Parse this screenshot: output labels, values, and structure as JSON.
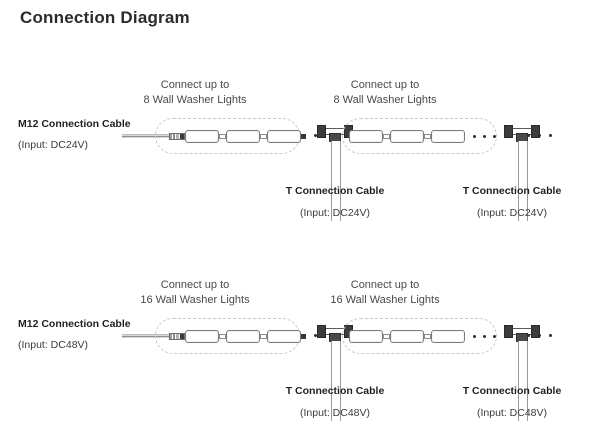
{
  "page_title": "Connection Diagram",
  "rows": [
    {
      "id": "row-dc24v",
      "m12": {
        "title": "M12 Connection Cable",
        "input": "(Input: DC24V)"
      },
      "groups": [
        {
          "caption_line1": "Connect up to",
          "caption_line2": "8 Wall Washer Lights",
          "lamp_count": 3
        },
        {
          "caption_line1": "Connect up to",
          "caption_line2": "8 Wall Washer Lights",
          "lamp_count": 3
        }
      ],
      "t_connectors": [
        {
          "title": "T Connection Cable",
          "input": "(Input: DC24V)"
        },
        {
          "title": "T Connection Cable",
          "input": "(Input: DC24V)"
        }
      ]
    },
    {
      "id": "row-dc48v",
      "m12": {
        "title": "M12 Connection Cable",
        "input": "(Input: DC48V)"
      },
      "groups": [
        {
          "caption_line1": "Connect up to",
          "caption_line2": "16 Wall Washer Lights",
          "lamp_count": 3
        },
        {
          "caption_line1": "Connect up to",
          "caption_line2": "16 Wall Washer Lights",
          "lamp_count": 3
        }
      ],
      "t_connectors": [
        {
          "title": "T Connection Cable",
          "input": "(Input: DC48V)"
        },
        {
          "title": "T Connection Cable",
          "input": "(Input: DC48V)"
        }
      ]
    }
  ],
  "colors": {
    "background": "#ffffff",
    "title_text": "#2b2b2b",
    "body_text": "#3c3c3c",
    "dashed_border": "#c9c9c9",
    "lamp_outline": "#7d7d7d",
    "connector_dark": "#3c3c3c"
  }
}
